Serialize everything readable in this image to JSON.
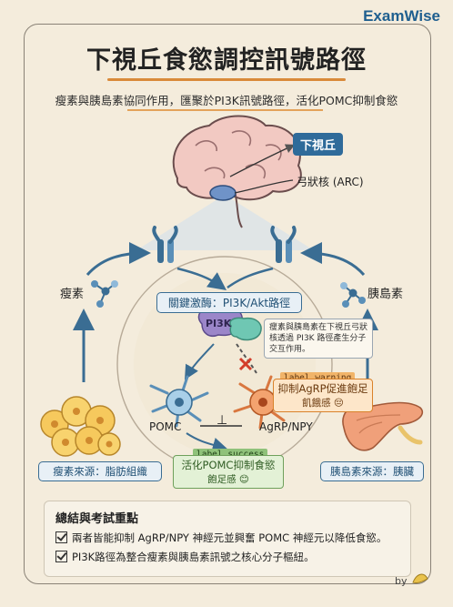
{
  "brand": "ExamWise",
  "header": {
    "title": "下視丘食慾調控訊號路徑",
    "subtitle": "瘦素與胰島素協同作用，匯聚於PI3K訊號路徑，活化POMC抑制食慾"
  },
  "brain": {
    "hypothalamus_label": "下視丘",
    "arc_label": "弓狀核 (ARC)"
  },
  "left": {
    "hormone_label": "瘦素",
    "source_label": "瘦素來源：脂肪組織"
  },
  "right": {
    "hormone_label": "胰島素",
    "source_label": "胰島素來源：胰臟"
  },
  "center": {
    "pathway_label": "關鍵激酶：PI3K/Akt路徑",
    "pi3k_label": "PI3K",
    "note": "瘦素與胰島素在下視丘弓狀核透過 PI3K 路徑產生分子交互作用。"
  },
  "neurons": {
    "pomc_label": "POMC",
    "agrp_label": "AgRP/NPY",
    "inhibit_symbol": "⊥"
  },
  "warning": {
    "tag": "label_warning",
    "line1": "抑制AgRP促進飽足",
    "line2": "飢餓感 😔"
  },
  "success": {
    "tag": "label_success",
    "line1": "活化POMC抑制食慾",
    "line2": "飽足感 😊"
  },
  "summary": {
    "title": "總結與考試重點",
    "items": [
      "兩者皆能抑制 AgRP/NPY 神經元並興奮 POMC 神經元以降低食慾。",
      "PI3K路徑為整合瘦素與胰島素訊號之核心分子樞紐。"
    ]
  },
  "footer": {
    "by": "by"
  },
  "colors": {
    "accent_orange": "#d98a3a",
    "pathway_blue": "#3a6d93",
    "success_green": "#6ea05b",
    "pomc_blue": "#8fb9d9",
    "agrp_orange": "#e8894a"
  }
}
